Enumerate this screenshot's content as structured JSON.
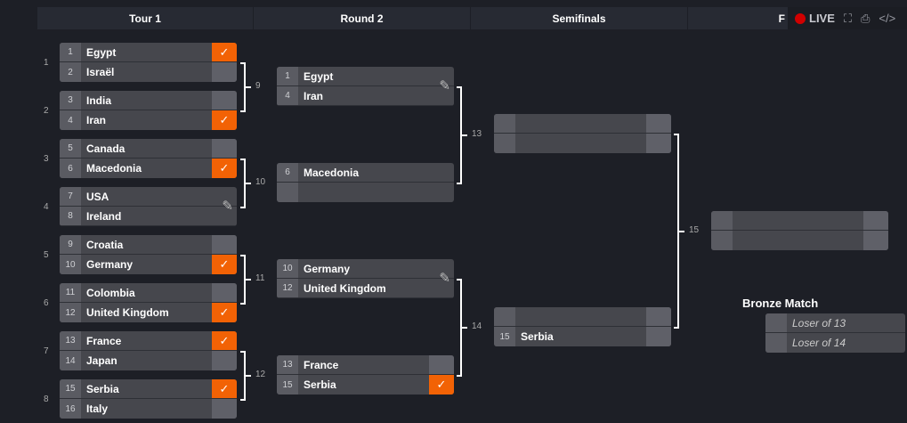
{
  "header": {
    "rounds": [
      "Tour 1",
      "Round 2",
      "Semifinals",
      "F"
    ]
  },
  "toolbar": {
    "live_label": "LIVE",
    "icons": [
      "fullscreen-icon",
      "print-icon",
      "embed-code-icon"
    ]
  },
  "colors": {
    "win": "#f26205",
    "live": "#d10000"
  },
  "matches": [
    {
      "id": "1",
      "teams": [
        {
          "seed": "1",
          "name": "Egypt",
          "win": true
        },
        {
          "seed": "2",
          "name": "Israël",
          "win": false
        }
      ]
    },
    {
      "id": "2",
      "teams": [
        {
          "seed": "3",
          "name": "India",
          "win": false
        },
        {
          "seed": "4",
          "name": "Iran",
          "win": true
        }
      ]
    },
    {
      "id": "3",
      "teams": [
        {
          "seed": "5",
          "name": "Canada",
          "win": false
        },
        {
          "seed": "6",
          "name": "Macedonia",
          "win": true
        }
      ]
    },
    {
      "id": "4",
      "teams": [
        {
          "seed": "7",
          "name": "USA",
          "win": null
        },
        {
          "seed": "8",
          "name": "Ireland",
          "win": null
        }
      ],
      "editable": true
    },
    {
      "id": "5",
      "teams": [
        {
          "seed": "9",
          "name": "Croatia",
          "win": false
        },
        {
          "seed": "10",
          "name": "Germany",
          "win": true
        }
      ]
    },
    {
      "id": "6",
      "teams": [
        {
          "seed": "11",
          "name": "Colombia",
          "win": false
        },
        {
          "seed": "12",
          "name": "United Kingdom",
          "win": true
        }
      ]
    },
    {
      "id": "7",
      "teams": [
        {
          "seed": "13",
          "name": "France",
          "win": true
        },
        {
          "seed": "14",
          "name": "Japan",
          "win": false
        }
      ]
    },
    {
      "id": "8",
      "teams": [
        {
          "seed": "15",
          "name": "Serbia",
          "win": true
        },
        {
          "seed": "16",
          "name": "Italy",
          "win": false
        }
      ]
    },
    {
      "id": "9",
      "teams": [
        {
          "seed": "1",
          "name": "Egypt",
          "win": null
        },
        {
          "seed": "4",
          "name": "Iran",
          "win": null
        }
      ],
      "editable": true
    },
    {
      "id": "10",
      "teams": [
        {
          "seed": "6",
          "name": "Macedonia",
          "win": null
        },
        {
          "seed": "",
          "name": "",
          "win": null
        }
      ]
    },
    {
      "id": "11",
      "teams": [
        {
          "seed": "10",
          "name": "Germany",
          "win": null
        },
        {
          "seed": "12",
          "name": "United Kingdom",
          "win": null
        }
      ],
      "editable": true
    },
    {
      "id": "12",
      "teams": [
        {
          "seed": "13",
          "name": "France",
          "win": false
        },
        {
          "seed": "15",
          "name": "Serbia",
          "win": true
        }
      ]
    },
    {
      "id": "13",
      "teams": [
        {
          "seed": "",
          "name": "",
          "win": false
        },
        {
          "seed": "",
          "name": "",
          "win": false
        }
      ]
    },
    {
      "id": "14",
      "teams": [
        {
          "seed": "",
          "name": "",
          "win": false
        },
        {
          "seed": "15",
          "name": "Serbia",
          "win": false
        }
      ]
    },
    {
      "id": "15",
      "teams": [
        {
          "seed": "",
          "name": "",
          "win": false
        },
        {
          "seed": "",
          "name": "",
          "win": false
        }
      ]
    }
  ],
  "bronze": {
    "title": "Bronze Match",
    "teams": [
      "Loser of 13",
      "Loser of 14"
    ]
  },
  "check": "✓"
}
